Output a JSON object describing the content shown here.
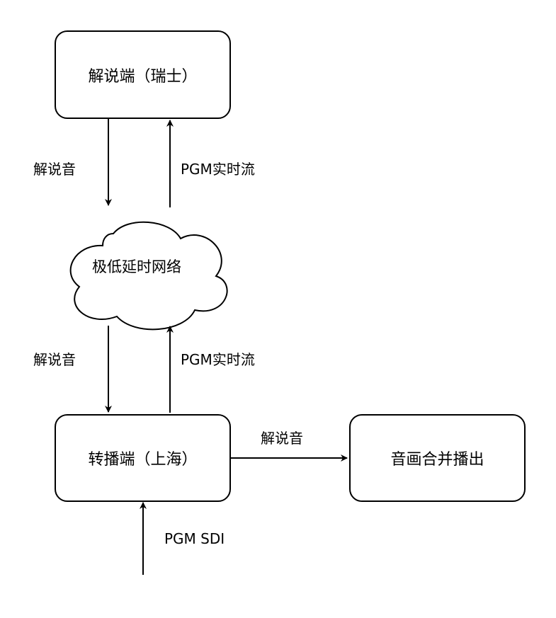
{
  "nodes": {
    "commentary_end": "解说端（瑞士）",
    "network": "极低延时网络",
    "relay_end": "转播端（上海）",
    "mix_output": "音画合并播出"
  },
  "edge_labels": {
    "commentary_down_top": "解说音",
    "pgm_up_top": "PGM实时流",
    "commentary_down_bottom": "解说音",
    "pgm_up_bottom": "PGM实时流",
    "commentary_right": "解说音",
    "pgm_sdi": "PGM SDI"
  },
  "colors": {
    "stroke": "#000000",
    "fill": "#ffffff"
  }
}
